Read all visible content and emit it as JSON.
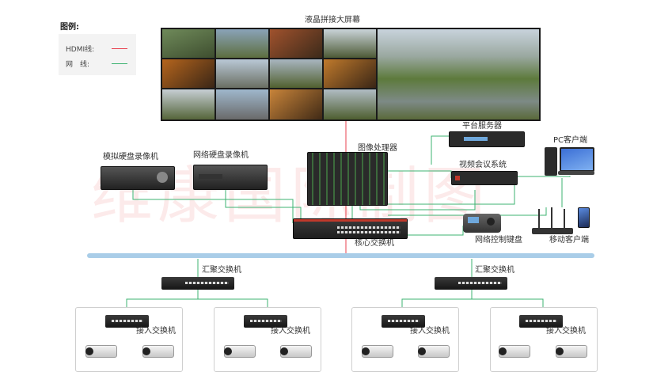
{
  "legend": {
    "title": "图例:",
    "hdmi_label": "HDMI线:",
    "net_label": "网　线:",
    "hdmi_color": "#e8414f",
    "net_color": "#3cb371"
  },
  "video_wall": {
    "title": "液晶拼接大屏幕"
  },
  "image_processor": {
    "label": "图像处理器"
  },
  "platform_server": {
    "label": "平台服务器"
  },
  "video_conf": {
    "label": "视频会议系统"
  },
  "pc_client": {
    "label": "PC客户端"
  },
  "analog_dvr": {
    "label": "模拟硬盘录像机"
  },
  "network_nvr": {
    "label": "网络硬盘录像机"
  },
  "core_switch": {
    "label": "核心交换机"
  },
  "keyboard": {
    "label": "网络控制键盘"
  },
  "mobile_client": {
    "label": "移动客户端"
  },
  "agg_left": {
    "label": "汇聚交换机"
  },
  "agg_right": {
    "label": "汇聚交换机"
  },
  "access": [
    {
      "label": "接入交换机"
    },
    {
      "label": "接入交换机"
    },
    {
      "label": "接入交换机"
    },
    {
      "label": "接入交换机"
    }
  ],
  "watermark": "维康国际制图",
  "colors": {
    "backbone": "#a9cde8",
    "device_dark": "#2b2b2b",
    "accent_red": "#c0392b"
  }
}
